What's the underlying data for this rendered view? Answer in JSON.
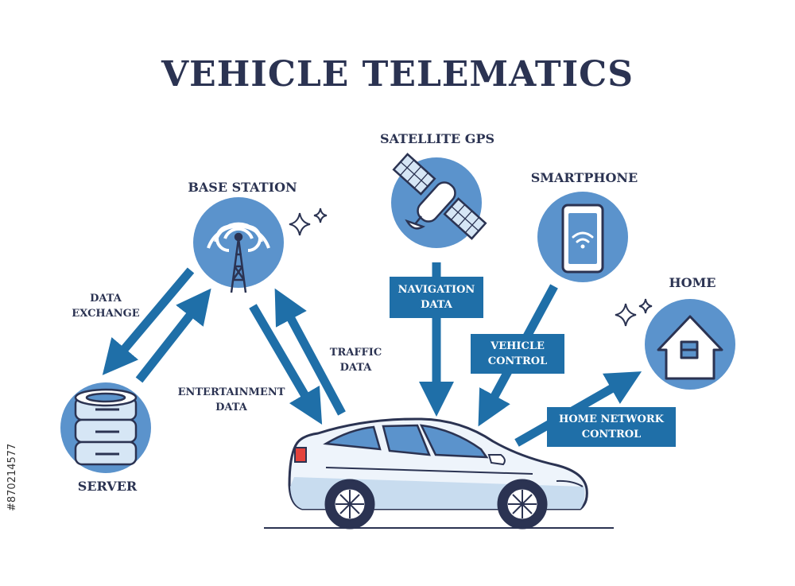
{
  "title": "VEHICLE TELEMATICS",
  "nodes": {
    "base_station": "BASE STATION",
    "satellite_gps": "SATELLITE GPS",
    "smartphone": "SMARTPHONE",
    "home": "HOME",
    "server": "SERVER"
  },
  "flows": {
    "data_exchange": "DATA\nEXCHANGE",
    "traffic_data": "TRAFFIC\nDATA",
    "entertainment_data": "ENTERTAINMENT\nDATA",
    "navigation_data": "NAVIGATION\nDATA",
    "vehicle_control": "VEHICLE\nCONTROL",
    "home_network_control": "HOME NETWORK\nCONTROL"
  },
  "stock_id": "#870214577",
  "colors": {
    "circle": "#5b93cc",
    "arrow": "#1f6fa8",
    "outline": "#2b3352",
    "light": "#d6e6f5"
  },
  "icons": [
    "radio-tower-icon",
    "satellite-icon",
    "smartphone-icon",
    "house-icon",
    "server-icon",
    "car-icon",
    "sparkle-icon"
  ]
}
